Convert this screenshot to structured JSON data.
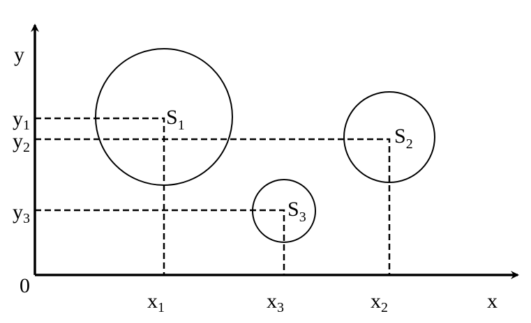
{
  "axes": {
    "x_label": "x",
    "y_label": "y",
    "origin_label": "0"
  },
  "circles": [
    {
      "name": "S",
      "sub": "1"
    },
    {
      "name": "S",
      "sub": "2"
    },
    {
      "name": "S",
      "sub": "3"
    }
  ],
  "y_ticks": [
    {
      "name": "y",
      "sub": "1"
    },
    {
      "name": "y",
      "sub": "2"
    },
    {
      "name": "y",
      "sub": "3"
    }
  ],
  "x_ticks": [
    {
      "name": "x",
      "sub": "1"
    },
    {
      "name": "x",
      "sub": "3"
    },
    {
      "name": "x",
      "sub": "2"
    }
  ],
  "colors": {
    "stroke": "#000000",
    "background": "#ffffff"
  }
}
